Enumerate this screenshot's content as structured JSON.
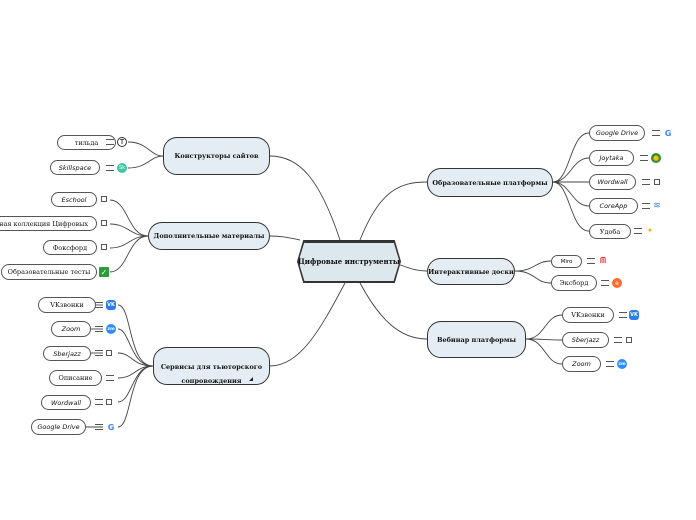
{
  "root": {
    "label": "Цифровые инструменты"
  },
  "branches": {
    "constructors": {
      "label": "Конструкторы сайтов"
    },
    "materials": {
      "label": "Дополнительные материалы"
    },
    "tutor": {
      "label_line1": "Сервисы для тьюторского",
      "label_line2": "сопровождения"
    },
    "edu": {
      "label": "Образовательные платформы"
    },
    "interactive": {
      "label": "Интерактивные доски"
    },
    "webinar": {
      "label": "Вебинар платформы"
    }
  },
  "leaves": {
    "tilda": "тильда",
    "skillspace": "Skillspace",
    "eschool": "Eschool",
    "collection": "Единая коллекция Цифровых",
    "foxford": "Фоксфорд",
    "tests": "Образовательные тесты",
    "vk_tutor": "VKзвонки",
    "zoom_tutor": "Zoom",
    "sberjazz_tutor": "Sberjazz",
    "description": "Описание",
    "wordwall_tutor": "Wordwall",
    "gdrive_tutor": "Google Drive",
    "gdrive_edu": "Google Drive",
    "joytaka": "Joytaka",
    "wordwall_edu": "Wordwall",
    "coreapp": "CoreApp",
    "udoba": "Удоба",
    "miro": "Miro",
    "exboard": "Эксборд",
    "vk_web": "VKзвонки",
    "sberjazz_web": "Sberjazz",
    "zoom_web": "Zoom"
  },
  "icon_text": {
    "vk": "VK",
    "zoom": "zm",
    "google": "G",
    "check": "✓",
    "tilda": "T",
    "skillspace": "Sk",
    "joytaka": "●",
    "coreapp": "≋",
    "udoba": "✦",
    "miro": "ᗰ",
    "exboard": "e"
  },
  "colors": {
    "line": "#444444",
    "branch_fill": "#e3edf3",
    "root_fill": "#dde7ee"
  }
}
